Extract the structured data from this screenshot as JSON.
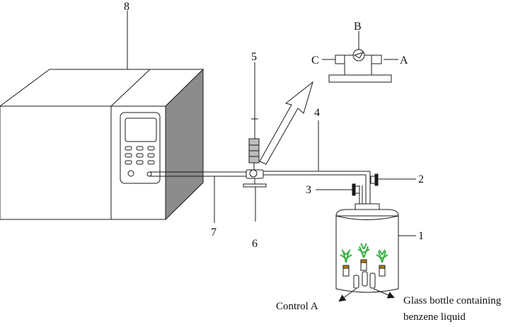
{
  "labels": {
    "n1": "1",
    "n2": "2",
    "n3": "3",
    "n4": "4",
    "n5": "5",
    "n6": "6",
    "n7": "7",
    "n8": "8",
    "valve_a": "A",
    "valve_b": "B",
    "valve_c": "C"
  },
  "captions": {
    "control": "Control A",
    "glass_bottle_line1": "Glass bottle containing",
    "glass_bottle_line2": "benzene liquid"
  },
  "colors": {
    "line": "#1a1a1a",
    "machine_front": "#ffffff",
    "machine_side": "#8c8c8c",
    "plant": "#3cb043",
    "vial_cap": "#b8860b"
  }
}
